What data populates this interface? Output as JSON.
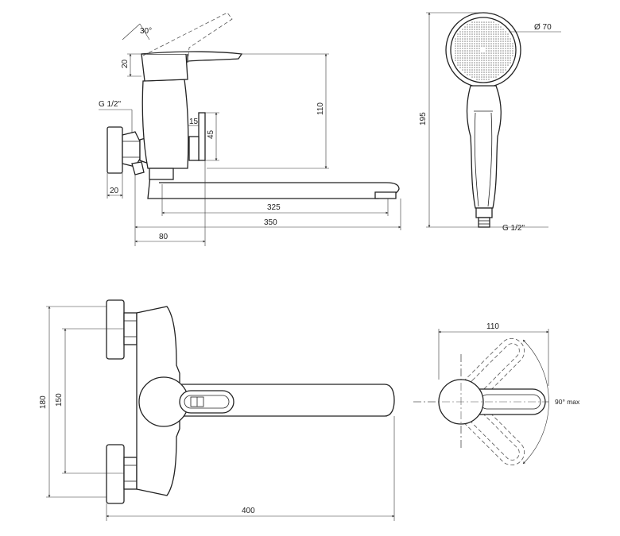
{
  "labels": {
    "angle_lever": "30°",
    "dim_lever_height": "20",
    "thread_inlet": "G 1/2\"",
    "dim_body_height": "110",
    "dim_15": "15",
    "dim_45": "45",
    "dim_20_bottom": "20",
    "dim_325": "325",
    "dim_350": "350",
    "dim_80": "80",
    "dim_head_diameter": "Ø 70",
    "dim_shower_length": "195",
    "thread_shower": "G 1/2\"",
    "dim_180": "180",
    "dim_150": "150",
    "dim_400": "400",
    "dim_110_top": "110",
    "angle_rotation": "90° max"
  },
  "colors": {
    "line": "#222222",
    "spray_dots": "#7d7d7d"
  }
}
